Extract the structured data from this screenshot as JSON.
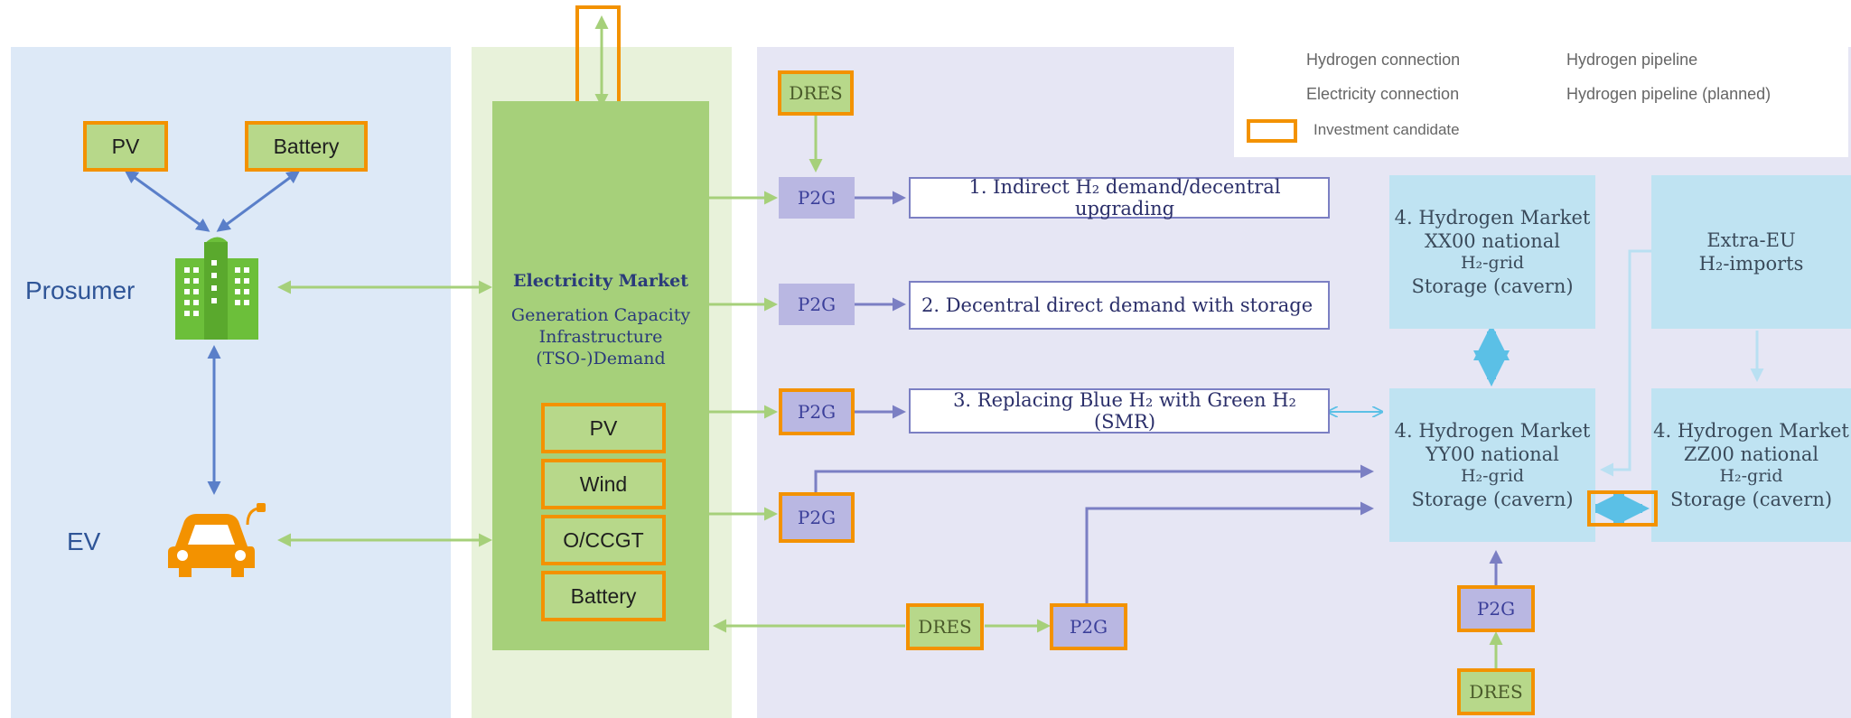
{
  "prosumer_zone": {
    "labels": {
      "prosumer": "Prosumer",
      "ev": "EV"
    },
    "pv": "PV",
    "battery": "Battery"
  },
  "electricity_market": {
    "title": "Electricity Market",
    "subtitle_lines": [
      "Generation Capacity",
      "Infrastructure",
      "(TSO-)Demand"
    ],
    "candidates": [
      "PV",
      "Wind",
      "O/CCGT",
      "Battery"
    ]
  },
  "h2_zone": {
    "dres": "DRES",
    "p2g": "P2G",
    "demands": [
      "1. Indirect H₂ demand/decentral upgrading",
      "2. Decentral direct demand with storage",
      "3. Replacing Blue H₂ with Green H₂ (SMR)"
    ],
    "markets": {
      "xx": [
        "4. Hydrogen Market",
        "XX00 national",
        "H₂-grid",
        "Storage (cavern)"
      ],
      "yy": [
        "4. Hydrogen Market",
        "YY00 national",
        "H₂-grid",
        "Storage (cavern)"
      ],
      "zz": [
        "4. Hydrogen Market",
        "ZZ00 national",
        "H₂-grid",
        "Storage (cavern)"
      ],
      "extra_eu": [
        "Extra-EU",
        "H₂-imports"
      ]
    }
  },
  "legend": {
    "hydrogen_connection": "Hydrogen connection",
    "hydrogen_pipeline": "Hydrogen pipeline",
    "electricity_connection": "Electricity connection",
    "hydrogen_pipeline_planned": "Hydrogen pipeline (planned)",
    "investment_candidate": "Investment candidate"
  },
  "colors": {
    "prosumer_bg": "#dde9f7",
    "elec_bg": "#e8f2da",
    "h2_bg": "#e6e6f4",
    "electricity": "#a6d07a",
    "hydrogen": "#7b7fc3",
    "pipeline": "#5bc0e6",
    "investment": "#f39200",
    "house": "#6cbf3a",
    "car": "#f39200"
  }
}
